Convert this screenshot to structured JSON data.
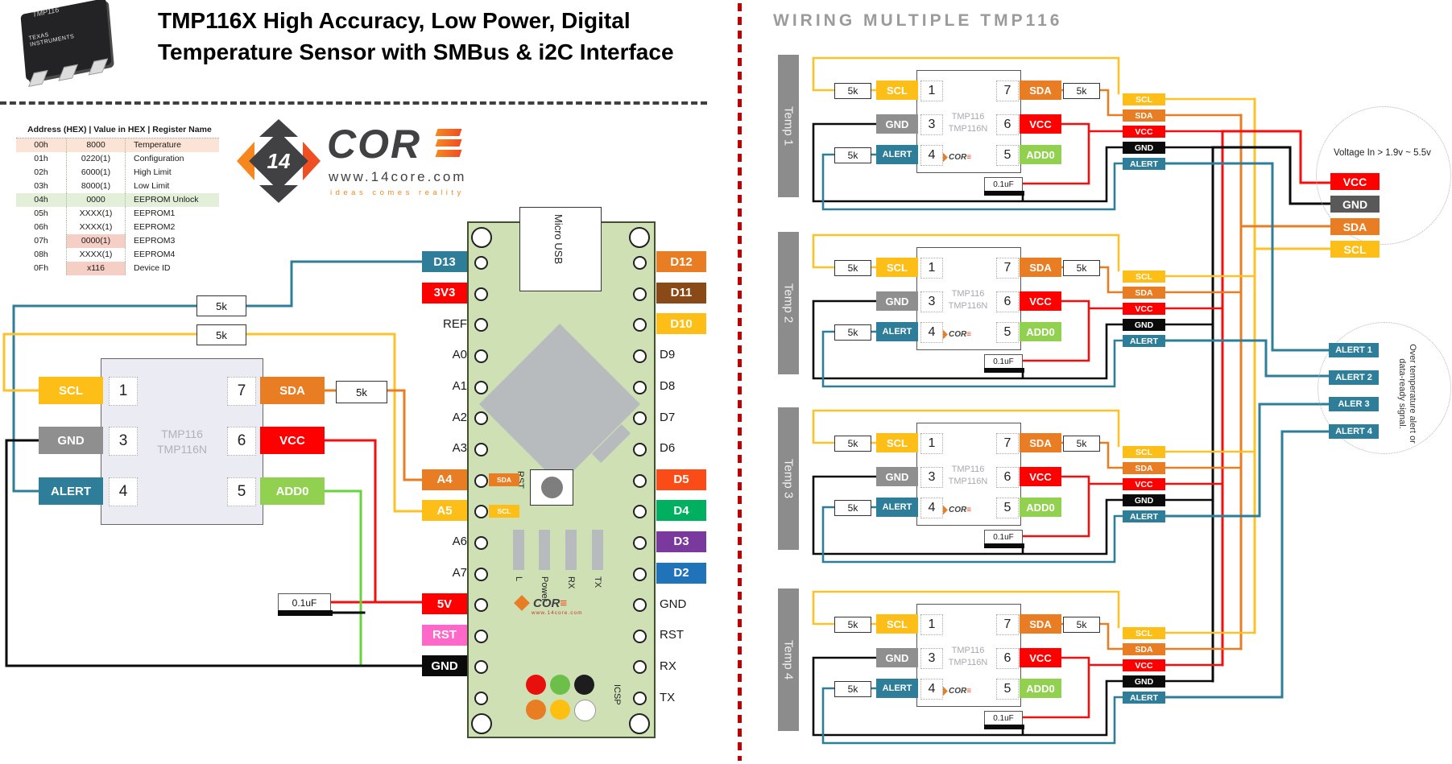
{
  "colors": {
    "teal": "#2e7e99",
    "yellow": "#fdbf17",
    "orange": "#e87d24",
    "red": "#fe0000",
    "addo_green": "#92d150",
    "wire_green": "#66d43a",
    "board_green": "#cfe0b5",
    "brown": "#8a4a17",
    "purple": "#7a3a9d",
    "blue": "#2173b9",
    "pink": "#fe68c8",
    "divider_red": "#c00000",
    "bar_gray": "#8c8c8c",
    "gnd_gray": "#595959"
  },
  "header": {
    "title_line1": "TMP116X High Accuracy, Low Power, Digital",
    "title_line2": "Temperature Sensor with SMBus & i2C Interface",
    "chip_text": "TMP116",
    "brand": "TEXAS INSTRUMENTS"
  },
  "register_table": {
    "header": "Address (HEX) | Value in HEX | Register Name",
    "rows": [
      {
        "addr": "00h",
        "value": "8000",
        "name": "Temperature",
        "rc": "hl-peach",
        "vc": ""
      },
      {
        "addr": "01h",
        "value": "0220(1)",
        "name": "Configuration",
        "rc": "",
        "vc": ""
      },
      {
        "addr": "02h",
        "value": "6000(1)",
        "name": "High Limit",
        "rc": "",
        "vc": ""
      },
      {
        "addr": "03h",
        "value": "8000(1)",
        "name": "Low Limit",
        "rc": "",
        "vc": ""
      },
      {
        "addr": "04h",
        "value": "0000",
        "name": "EEPROM Unlock",
        "rc": "hl-green",
        "vc": ""
      },
      {
        "addr": "05h",
        "value": "XXXX(1)",
        "name": "EEPROM1",
        "rc": "",
        "vc": ""
      },
      {
        "addr": "06h",
        "value": "XXXX(1)",
        "name": "EEPROM2",
        "rc": "",
        "vc": ""
      },
      {
        "addr": "07h",
        "value": "0000(1)",
        "name": "EEPROM3",
        "rc": "",
        "vc": "hl-pink"
      },
      {
        "addr": "08h",
        "value": "XXXX(1)",
        "name": "EEPROM4",
        "rc": "",
        "vc": ""
      },
      {
        "addr": "0Fh",
        "value": "x116",
        "name": "Device ID",
        "rc": "",
        "vc": "hl-pink"
      }
    ]
  },
  "logo": {
    "icon_text": "14",
    "word": "COR",
    "url": "www.14core.com",
    "tagline": "ideas comes reality"
  },
  "sensor": {
    "line1": "TMP116",
    "line2": "TMP116N",
    "scl": "SCL",
    "gnd": "GND",
    "alert": "ALERT",
    "sda": "SDA",
    "vcc": "VCC",
    "add0": "ADD0",
    "p1": "1",
    "p3": "3",
    "p4": "4",
    "p7": "7",
    "p6": "6",
    "p5": "5",
    "res_top1": "5k",
    "res_top2": "5k",
    "res_sda": "5k",
    "cap": "0.1uF"
  },
  "arduino": {
    "usb_label": "Micro USB",
    "rst_button": "RST",
    "leds": [
      "L",
      "Power",
      "RX",
      "TX"
    ],
    "icsp": "ICSP",
    "sda_tag": "SDA",
    "scl_tag": "SCL",
    "logo_word": "COR",
    "logo_url": "www.14core.com",
    "left_pins": [
      {
        "label": "D13",
        "style": "background:#2e7e99;color:#fff"
      },
      {
        "label": "3V3",
        "style": "background:#fe0000;color:#fff"
      },
      {
        "label": "REF",
        "style": ""
      },
      {
        "label": "A0",
        "style": ""
      },
      {
        "label": "A1",
        "style": ""
      },
      {
        "label": "A2",
        "style": ""
      },
      {
        "label": "A3",
        "style": ""
      },
      {
        "label": "A4",
        "style": "background:#e87d24;color:#fff"
      },
      {
        "label": "A5",
        "style": "background:#fdbf17;color:#fff"
      },
      {
        "label": "A6",
        "style": ""
      },
      {
        "label": "A7",
        "style": ""
      },
      {
        "label": "5V",
        "style": "background:#fe0000;color:#fff"
      },
      {
        "label": "RST",
        "style": "background:#fe68c8;color:#fff"
      },
      {
        "label": "GND",
        "style": "background:#0a0a0a;color:#fff"
      },
      {
        "label": "",
        "style": ""
      }
    ],
    "right_pins": [
      {
        "label": "D12",
        "style": "background:#e87d24;color:#fff"
      },
      {
        "label": "D11",
        "style": "background:#8a4a17;color:#fff"
      },
      {
        "label": "D10",
        "style": "background:#fdbf17;color:#fff"
      },
      {
        "label": "D9",
        "style": ""
      },
      {
        "label": "D8",
        "style": ""
      },
      {
        "label": "D7",
        "style": ""
      },
      {
        "label": "D6",
        "style": ""
      },
      {
        "label": "D5",
        "style": "background:#fb4b16;color:#fff"
      },
      {
        "label": "D4",
        "style": "background:#00b061;color:#fff"
      },
      {
        "label": "D3",
        "style": "background:#7a3a9d;color:#fff"
      },
      {
        "label": "D2",
        "style": "background:#2173b9;color:#fff"
      },
      {
        "label": "GND",
        "style": ""
      },
      {
        "label": "RST",
        "style": ""
      },
      {
        "label": "RX",
        "style": ""
      },
      {
        "label": "TX",
        "style": ""
      }
    ]
  },
  "right": {
    "title": "Wiring Multiple TMP116",
    "chip": {
      "line1": "TMP116",
      "line2": "TMP116N",
      "scl": "SCL",
      "gnd": "GND",
      "alert": "ALERT",
      "sda": "SDA",
      "vcc": "VCC",
      "add0": "ADD0",
      "p1": "1",
      "p3": "3",
      "p4": "4",
      "p7": "7",
      "p6": "6",
      "p5": "5",
      "r1": "5k",
      "r2": "5k",
      "r3": "5k",
      "cap": "0.1uF",
      "logo_word": "COR"
    },
    "temps": [
      {
        "label": "Temp 1"
      },
      {
        "label": "Temp 2"
      },
      {
        "label": "Temp 3"
      },
      {
        "label": "Temp 4"
      }
    ],
    "bus_tags": {
      "scl": "SCL",
      "sda": "SDA",
      "vcc": "VCC",
      "gnd": "GND",
      "alert": "ALERT"
    },
    "power_circle": {
      "text": "Voltage In > 1.9v ~ 5.5v",
      "tags": [
        {
          "label": "VCC",
          "style": "background:#fe0000"
        },
        {
          "label": "GND",
          "style": "background:#595959"
        },
        {
          "label": "SDA",
          "style": "background:#e87d24"
        },
        {
          "label": "SCL",
          "style": "background:#fdbf17"
        }
      ]
    },
    "alert_circle": {
      "tags": [
        "ALERT 1",
        "ALERT 2",
        "ALER 3",
        "ALERT 4"
      ],
      "note1": "Over temperature alert or",
      "note2": "data-ready signal."
    }
  }
}
